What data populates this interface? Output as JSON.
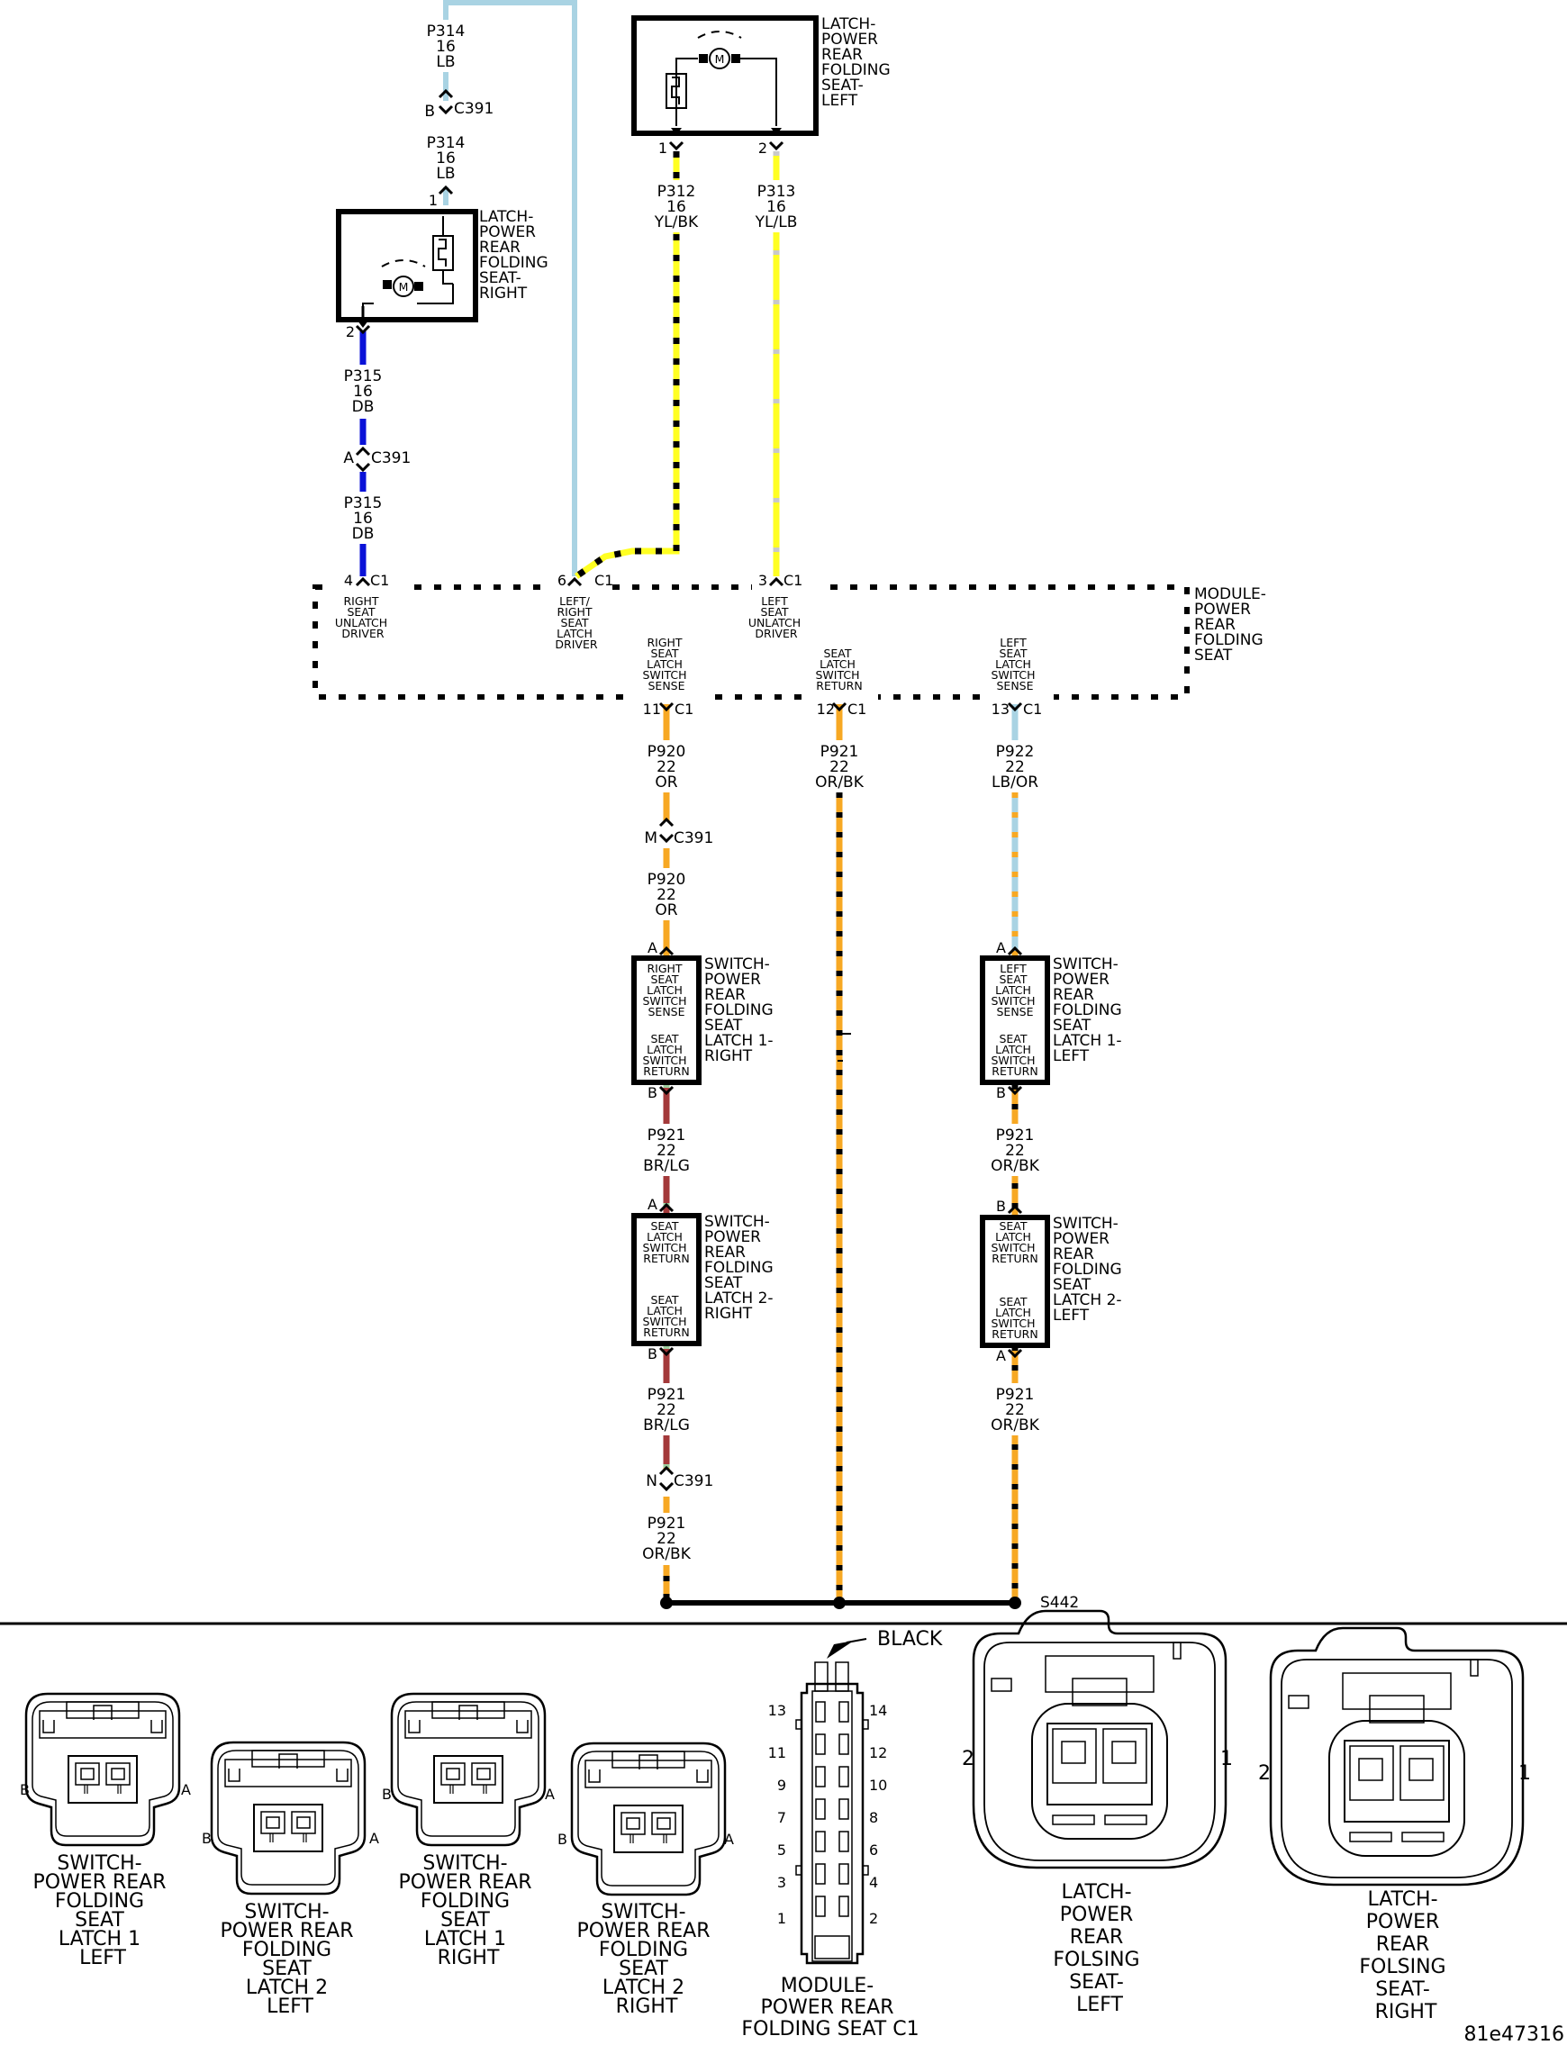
{
  "colors": {
    "LB": "#a9d3e3",
    "DB": "#0a12d8",
    "YL": "#ffff22",
    "OR": "#f7a823",
    "BR": "#a3393a",
    "LG": "#9ecf9e",
    "BK": "#000000",
    "GRAY": "#c9c9c9"
  },
  "components": {
    "latch_left_lines": [
      "LATCH-",
      "POWER",
      "REAR",
      "FOLDING",
      "SEAT-",
      "LEFT"
    ],
    "latch_right_lines": [
      "LATCH-",
      "POWER",
      "REAR",
      "FOLDING",
      "SEAT-",
      "RIGHT"
    ],
    "motor_symbol": "M",
    "module_lines": [
      "MODULE-",
      "POWER",
      "REAR",
      "FOLDING",
      "SEAT"
    ],
    "sw1_right_lines": [
      "SWITCH-",
      "POWER",
      "REAR",
      "FOLDING",
      "SEAT",
      "LATCH 1-",
      "RIGHT"
    ],
    "sw2_right_lines": [
      "SWITCH-",
      "POWER",
      "REAR",
      "FOLDING",
      "SEAT",
      "LATCH 2-",
      "RIGHT"
    ],
    "sw1_left_lines": [
      "SWITCH-",
      "POWER",
      "REAR",
      "FOLDING",
      "SEAT",
      "LATCH 1-",
      "LEFT"
    ],
    "sw2_left_lines": [
      "SWITCH-",
      "POWER",
      "REAR",
      "FOLDING",
      "SEAT",
      "LATCH 2-",
      "LEFT"
    ]
  },
  "module_pins": {
    "p4": {
      "pin": "4",
      "conn": "C1",
      "fn": [
        "RIGHT",
        "SEAT",
        "UNLATCH",
        "DRIVER"
      ]
    },
    "p6": {
      "pin": "6",
      "conn": "C1",
      "fn": [
        "LEFT/",
        "RIGHT",
        "SEAT",
        "LATCH",
        "DRIVER"
      ]
    },
    "p3": {
      "pin": "3",
      "conn": "C1",
      "fn": [
        "LEFT",
        "SEAT",
        "UNLATCH",
        "DRIVER"
      ]
    },
    "p11": {
      "pin": "11",
      "conn": "C1",
      "fn": [
        "RIGHT",
        "SEAT",
        "LATCH",
        "SWITCH",
        "SENSE"
      ]
    },
    "p12": {
      "pin": "12",
      "conn": "C1",
      "fn": [
        "SEAT",
        "LATCH",
        "SWITCH",
        "RETURN"
      ]
    },
    "p13": {
      "pin": "13",
      "conn": "C1",
      "fn": [
        "LEFT",
        "SEAT",
        "LATCH",
        "SWITCH",
        "SENSE"
      ]
    }
  },
  "switch_internal": {
    "sense_right": [
      "RIGHT",
      "SEAT",
      "LATCH",
      "SWITCH",
      "SENSE"
    ],
    "sense_left": [
      "LEFT",
      "SEAT",
      "LATCH",
      "SWITCH",
      "SENSE"
    ],
    "ret": [
      "SEAT",
      "LATCH",
      "SWITCH",
      "RETURN"
    ]
  },
  "wires": {
    "w1": {
      "circuit": "P314",
      "gauge": "16",
      "color": "LB"
    },
    "w2": {
      "circuit": "P314",
      "gauge": "16",
      "color": "LB"
    },
    "w3": {
      "circuit": "P315",
      "gauge": "16",
      "color": "DB"
    },
    "w4": {
      "circuit": "P315",
      "gauge": "16",
      "color": "DB"
    },
    "w5": {
      "circuit": "P312",
      "gauge": "16",
      "color": "YL/BK"
    },
    "w6": {
      "circuit": "P313",
      "gauge": "16",
      "color": "YL/LB"
    },
    "w7": {
      "circuit": "P920",
      "gauge": "22",
      "color": "OR"
    },
    "w8": {
      "circuit": "P920",
      "gauge": "22",
      "color": "OR"
    },
    "w9": {
      "circuit": "P921",
      "gauge": "22",
      "color": "BR/LG"
    },
    "w10": {
      "circuit": "P921",
      "gauge": "22",
      "color": "BR/LG"
    },
    "w11": {
      "circuit": "P921",
      "gauge": "22",
      "color": "OR/BK"
    },
    "w12": {
      "circuit": "P921",
      "gauge": "22",
      "color": "OR/BK"
    },
    "w13": {
      "circuit": "P922",
      "gauge": "22",
      "color": "LB/OR"
    },
    "w14": {
      "circuit": "P921",
      "gauge": "22",
      "color": "OR/BK"
    },
    "w15": {
      "circuit": "P921",
      "gauge": "22",
      "color": "OR/BK"
    }
  },
  "inline": {
    "c391_b": {
      "pin": "B",
      "name": "C391"
    },
    "c391_a": {
      "pin": "A",
      "name": "C391"
    },
    "c391_m": {
      "pin": "M",
      "name": "C391"
    },
    "c391_n": {
      "pin": "N",
      "name": "C391"
    }
  },
  "pins": {
    "lr_1": "1",
    "lr_2": "2",
    "ll_1": "1",
    "ll_2": "2",
    "A": "A",
    "B": "B"
  },
  "splice": "S442",
  "connector_views": {
    "v1": {
      "lines": [
        "SWITCH-",
        "POWER REAR",
        "FOLDING",
        "SEAT",
        "LATCH 1",
        "LEFT"
      ],
      "left_pin": "B",
      "right_pin": "A"
    },
    "v2": {
      "lines": [
        "SWITCH-",
        "POWER REAR",
        "FOLDING",
        "SEAT",
        "LATCH 2",
        "LEFT"
      ],
      "left_pin": "B",
      "right_pin": "A"
    },
    "v3": {
      "lines": [
        "SWITCH-",
        "POWER REAR",
        "FOLDING",
        "SEAT",
        "LATCH 1",
        "RIGHT"
      ],
      "left_pin": "B",
      "right_pin": "A"
    },
    "v4": {
      "lines": [
        "SWITCH-",
        "POWER REAR",
        "FOLDING",
        "SEAT",
        "LATCH 2",
        "RIGHT"
      ],
      "left_pin": "B",
      "right_pin": "A"
    },
    "v5": {
      "lines": [
        "MODULE-",
        "POWER REAR",
        "FOLDING SEAT C1"
      ],
      "color_label": "BLACK",
      "left_pins": [
        "13",
        "11",
        "9",
        "7",
        "5",
        "3",
        "1"
      ],
      "right_pins": [
        "14",
        "12",
        "10",
        "8",
        "6",
        "4",
        "2"
      ]
    },
    "v6": {
      "lines": [
        "LATCH-",
        "POWER",
        "REAR",
        "FOLSING",
        "SEAT-",
        "LEFT"
      ],
      "left_pin": "2",
      "right_pin": "1"
    },
    "v7": {
      "lines": [
        "LATCH-",
        "POWER",
        "REAR",
        "FOLSING",
        "SEAT-",
        "RIGHT"
      ],
      "left_pin": "2",
      "right_pin": "1"
    }
  },
  "figure_id": "81e47316"
}
